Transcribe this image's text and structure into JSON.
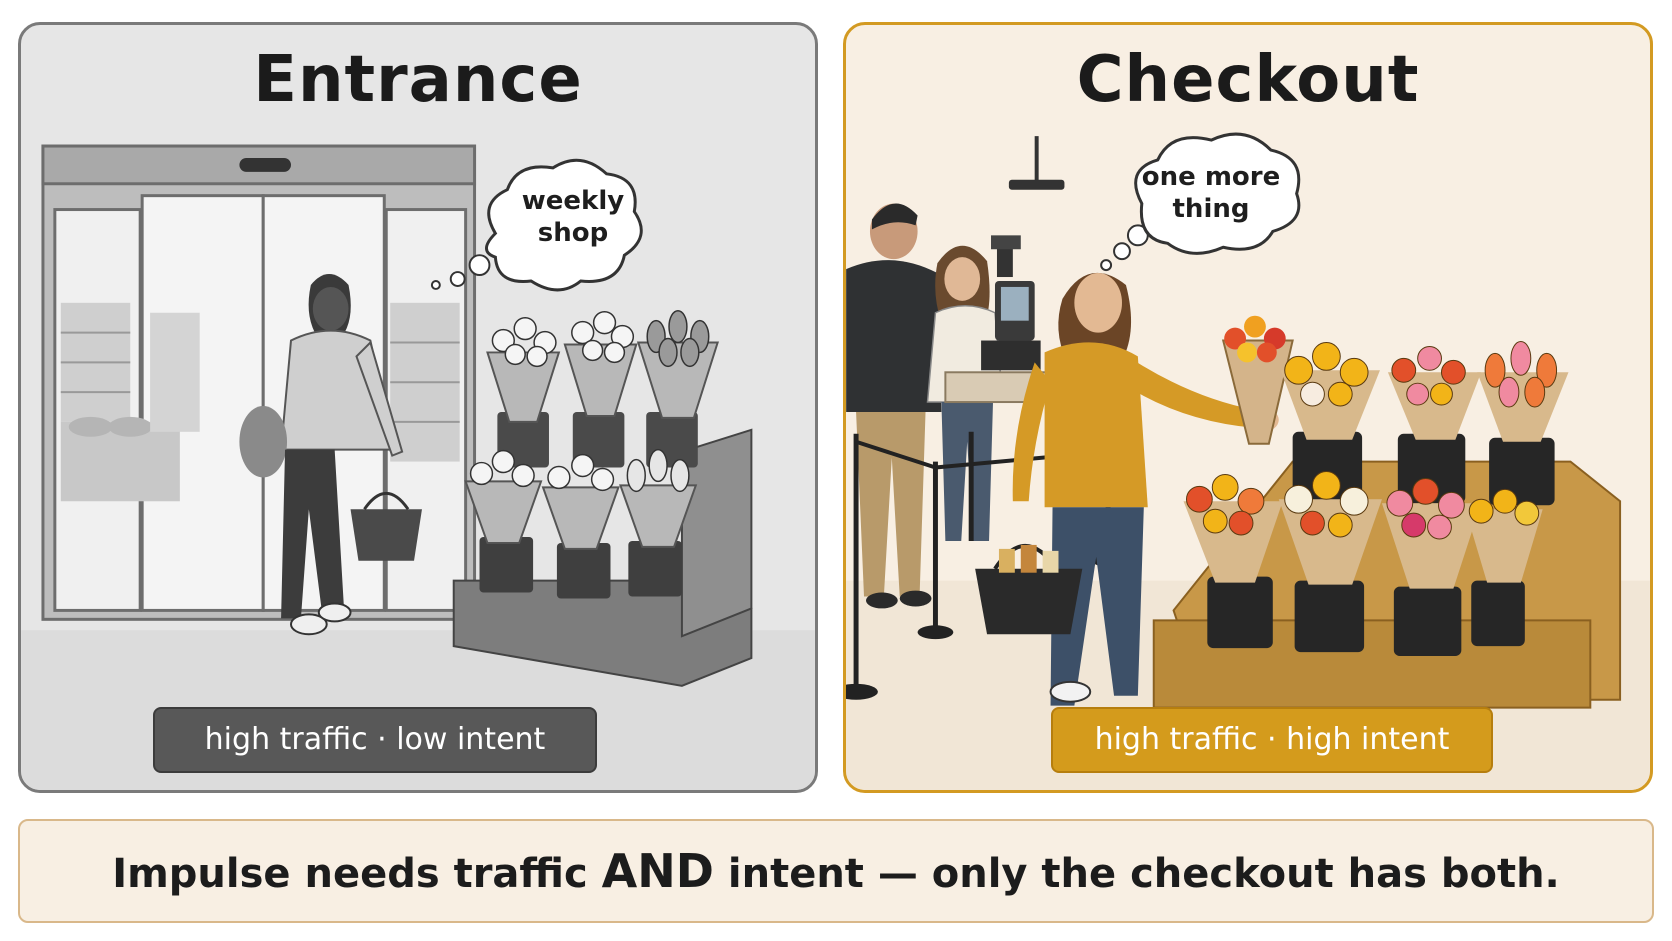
{
  "panels": {
    "entrance": {
      "title": "Entrance",
      "thought": [
        "weekly",
        "shop"
      ],
      "tag": "high traffic · low intent"
    },
    "checkout": {
      "title": "Checkout",
      "thought": [
        "one more",
        "thing"
      ],
      "tag": "high traffic · high intent"
    }
  },
  "footer": {
    "before": "Impulse needs traffic ",
    "emphasis": "AND",
    "after": " intent — only the checkout has both."
  },
  "colors": {
    "entrance_bg": "#e6e6e6",
    "checkout_bg": "#f8efe3",
    "checkout_accent": "#d49b1c",
    "entrance_tag": "#585858"
  }
}
